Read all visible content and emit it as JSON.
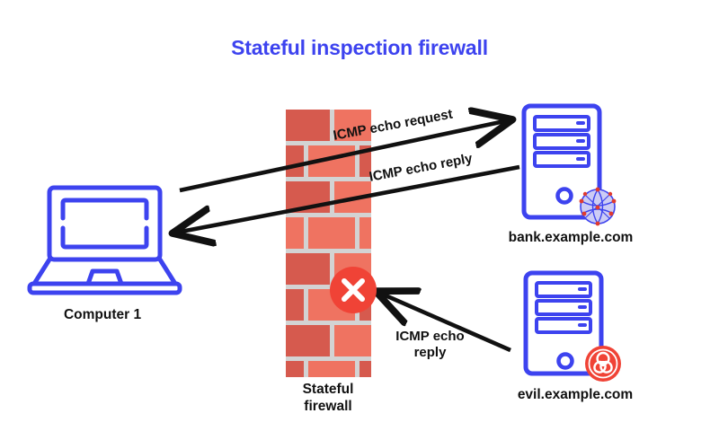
{
  "page": {
    "title": "Stateful inspection firewall",
    "title_color": "#3d43ef",
    "background": "#ffffff"
  },
  "colors": {
    "accent_blue": "#3d43ef",
    "brick_dark": "#d65a4e",
    "brick_light": "#ef7361",
    "mortar": "#d3d3d3",
    "block_red": "#f04336",
    "arrow_black": "#111111",
    "globe_fill": "#ccccf5",
    "node_red": "#e03b2f"
  },
  "nodes": {
    "computer": {
      "label": "Computer 1",
      "icon": "laptop-icon"
    },
    "firewall": {
      "label": "Stateful\nfirewall",
      "icon": "brick-wall-icon",
      "block_marker": "x-circle-icon"
    },
    "bank_server": {
      "label": "bank.example.com",
      "icon": "server-icon",
      "badge": "globe-network-icon"
    },
    "evil_server": {
      "label": "evil.example.com",
      "icon": "server-icon",
      "badge": "biohazard-icon"
    }
  },
  "flows": [
    {
      "id": "echo-request",
      "label": "ICMP echo request",
      "direction": "computer-to-bank",
      "allowed": true
    },
    {
      "id": "echo-reply-allowed",
      "label": "ICMP echo reply",
      "direction": "bank-to-computer",
      "allowed": true
    },
    {
      "id": "echo-reply-blocked",
      "label": "ICMP echo\nreply",
      "direction": "evil-to-computer",
      "allowed": false
    }
  ]
}
